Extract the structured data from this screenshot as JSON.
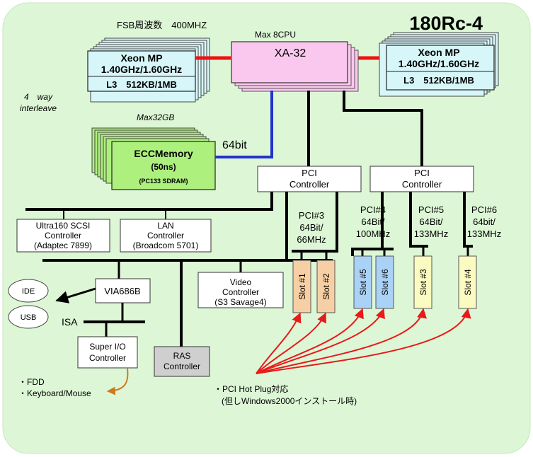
{
  "title": "180Rc-4",
  "fsb_label": "FSB周波数　400MHZ",
  "max_cpu_label": "Max 8CPU",
  "chipset_label": "XA-32",
  "cpu_left": {
    "name": "Xeon MP",
    "freq": "1.40GHz/1.60GHz",
    "cache": "L3　512KB/1MB"
  },
  "cpu_right": {
    "name": "Xeon MP",
    "freq": "1.40GHz/1.60GHz",
    "cache": "L3　512KB/1MB"
  },
  "interleave_line1": "4　way",
  "interleave_line2": "interleave",
  "max_memory_label": "Max32GB",
  "memory": {
    "name": "ECCMemory",
    "speed": "(50ns)",
    "type": "(PC133 SDRAM)"
  },
  "memory_bus_label": "64bit",
  "pci_controller_left": {
    "line1": "PCI",
    "line2": "Controller"
  },
  "pci_controller_right": {
    "line1": "PCI",
    "line2": "Controller"
  },
  "scsi_controller": {
    "line1": "Ultra160 SCSI",
    "line2": "Controller",
    "line3": "(Adaptec 7899)"
  },
  "lan_controller": {
    "line1": "LAN",
    "line2": "Controller",
    "line3": "(Broadcom 5701)"
  },
  "video_controller": {
    "line1": "Video",
    "line2": "Controller",
    "line3": "(S3 Savage4)"
  },
  "via_chip": "VIA686B",
  "ide_label": "IDE",
  "usb_label": "USB",
  "isa_label": "ISA",
  "superio_controller": {
    "line1": "Super I/O",
    "line2": "Controller"
  },
  "ras_controller": {
    "line1": "RAS",
    "line2": "Controller"
  },
  "pci_buses": [
    {
      "name": "PCI#3",
      "width": "64Bit/",
      "speed": "66MHz"
    },
    {
      "name": "PCI#4",
      "width": "64Bit/",
      "speed": "100MHz"
    },
    {
      "name": "PCI#5",
      "width": "64Bit/",
      "speed": "133MHz"
    },
    {
      "name": "PCI#6",
      "width": "64bit/",
      "speed": "133MHz"
    }
  ],
  "slots": [
    "Slot #1",
    "Slot #2",
    "Slot #5",
    "Slot #6",
    "Slot #3",
    "Slot #4"
  ],
  "fdd_label": "・FDD",
  "keyboard_label": "・Keyboard/Mouse",
  "hotplug_line1": "・PCI Hot Plug対応",
  "hotplug_line2": "(但しWindows2000インストール時)",
  "colors": {
    "background": "#ddf7d6",
    "cpu_card": "#d7f6fa",
    "chipset": "#fac8ee",
    "memory": "#aef07e",
    "fsb_link": "#ee1111",
    "memory_link": "#2233cc",
    "hotplug_arrow": "#e81a1a",
    "slot_orange": "#f6cfa4",
    "slot_blue": "#a9d2f6",
    "slot_yellow": "#fbfac0",
    "ras_box": "#cfcfcf",
    "keyboard_arrow": "#d0791c"
  }
}
